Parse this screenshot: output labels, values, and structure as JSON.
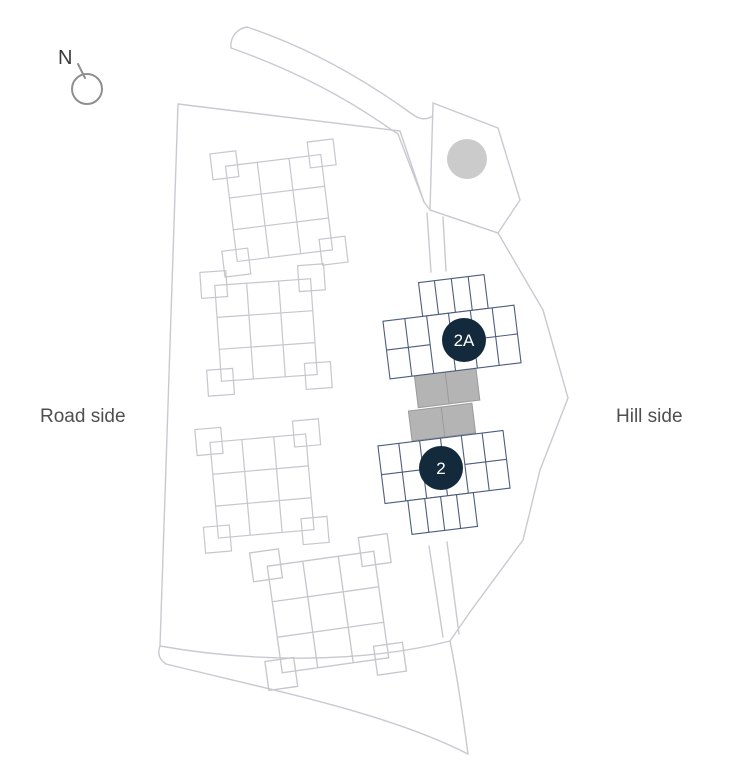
{
  "compass": {
    "label": "N"
  },
  "labels": {
    "road_side": "Road side",
    "hill_side": "Hill side"
  },
  "buildings": {
    "b2a": {
      "label": "2A"
    },
    "b2": {
      "label": "2"
    }
  },
  "colors": {
    "highlight_navy": "#13293c",
    "building_outline": "#4d5d7d",
    "site_outline": "#c9c9d1",
    "faded_building_outline": "#c6c6ce",
    "connector_fill": "#b4b4b4",
    "landmark_fill": "#cbcbcb",
    "label_text": "#4f4f4f",
    "badge_text": "#ffffff"
  }
}
